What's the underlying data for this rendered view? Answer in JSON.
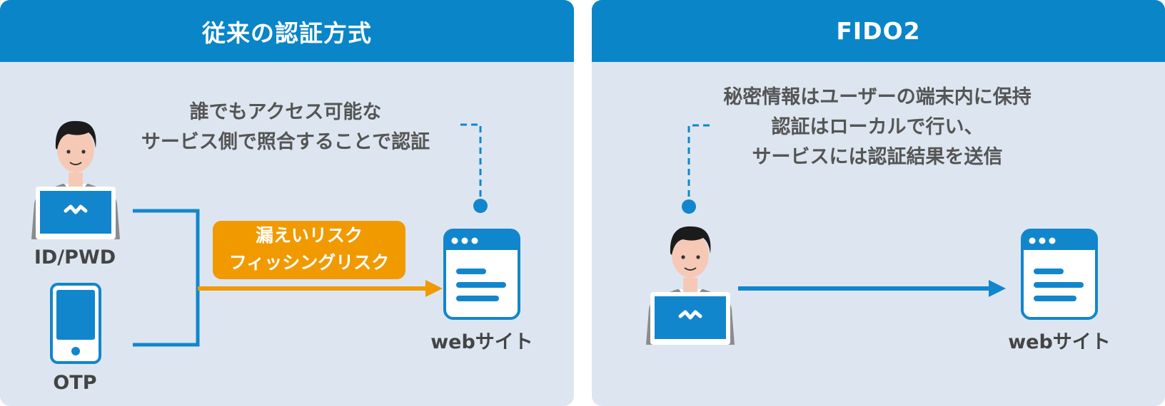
{
  "left_panel": {
    "title": "従来の認証方式",
    "caption_lines": [
      "誰でもアクセス可能な",
      "サービス側で照合することで認証"
    ],
    "id_pwd_label": "ID/PWD",
    "otp_label": "OTP",
    "risk_lines": [
      "漏えいリスク",
      "フィッシングリスク"
    ],
    "website_label": "webサイト"
  },
  "right_panel": {
    "title": "FIDO2",
    "caption_lines": [
      "秘密情報はユーザーの端末内に保持",
      "認証はローカルで行い、",
      "サービスには認証結果を送信"
    ],
    "website_label": "webサイト"
  },
  "colors": {
    "header_blue": "#0a85c8",
    "panel_bg": "#dde6f0",
    "risk_orange": "#f19a00",
    "text_gray": "#555555"
  },
  "icons": [
    "person-icon",
    "laptop-icon",
    "smartphone-icon",
    "browser-window-icon",
    "arrow-right-icon"
  ]
}
